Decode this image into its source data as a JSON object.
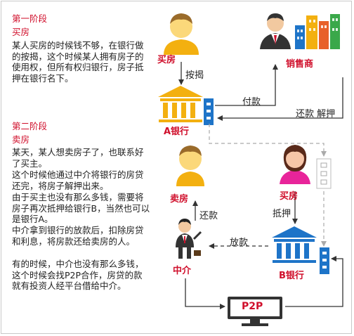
{
  "stage1": {
    "title": "第一阶段",
    "subtitle": "买房",
    "body": "某人买房的时候钱不够，在银行做的按揭，这个时候某人拥有房子的使用权，但所有权归银行，房子抵押在银行名下。"
  },
  "stage2": {
    "title": "第二阶段",
    "subtitle": "卖房",
    "paragraphs": [
      "某天，某人想卖房子了，也联系好了买主。",
      "这个时候他通过中介将银行的房贷还完，将房子解押出来。",
      "由于买主也没有那么多钱，需要将房子再次抵押给银行B，当然也可以是银行A。",
      "中介拿到银行的放款后，扣除房贷和利息，将房款还给卖房的人。",
      "有的时候，中介也没有那么多钱，这个时候会找P2P合作，房贷的款就有投资人经平台借给中介。"
    ]
  },
  "diagram": {
    "buyer_label": "买房",
    "seller_label": "销售商",
    "bank_a_label": "A银行",
    "mortgage_action": "按揭",
    "pay_action": "付款",
    "repay_action": "还款 解押",
    "house_seller_label": "卖房",
    "new_buyer_label": "买房",
    "pledge_action": "抵押",
    "repay2_action": "还款",
    "loan_action": "放款",
    "agent_label": "中介",
    "bank_b_label": "B银行",
    "p2p_label": "P2P",
    "colors": {
      "red": "#d0102c",
      "blue": "#1e74c8",
      "gold": "#f3b010",
      "pink": "#e8249a",
      "dark": "#333333"
    }
  }
}
